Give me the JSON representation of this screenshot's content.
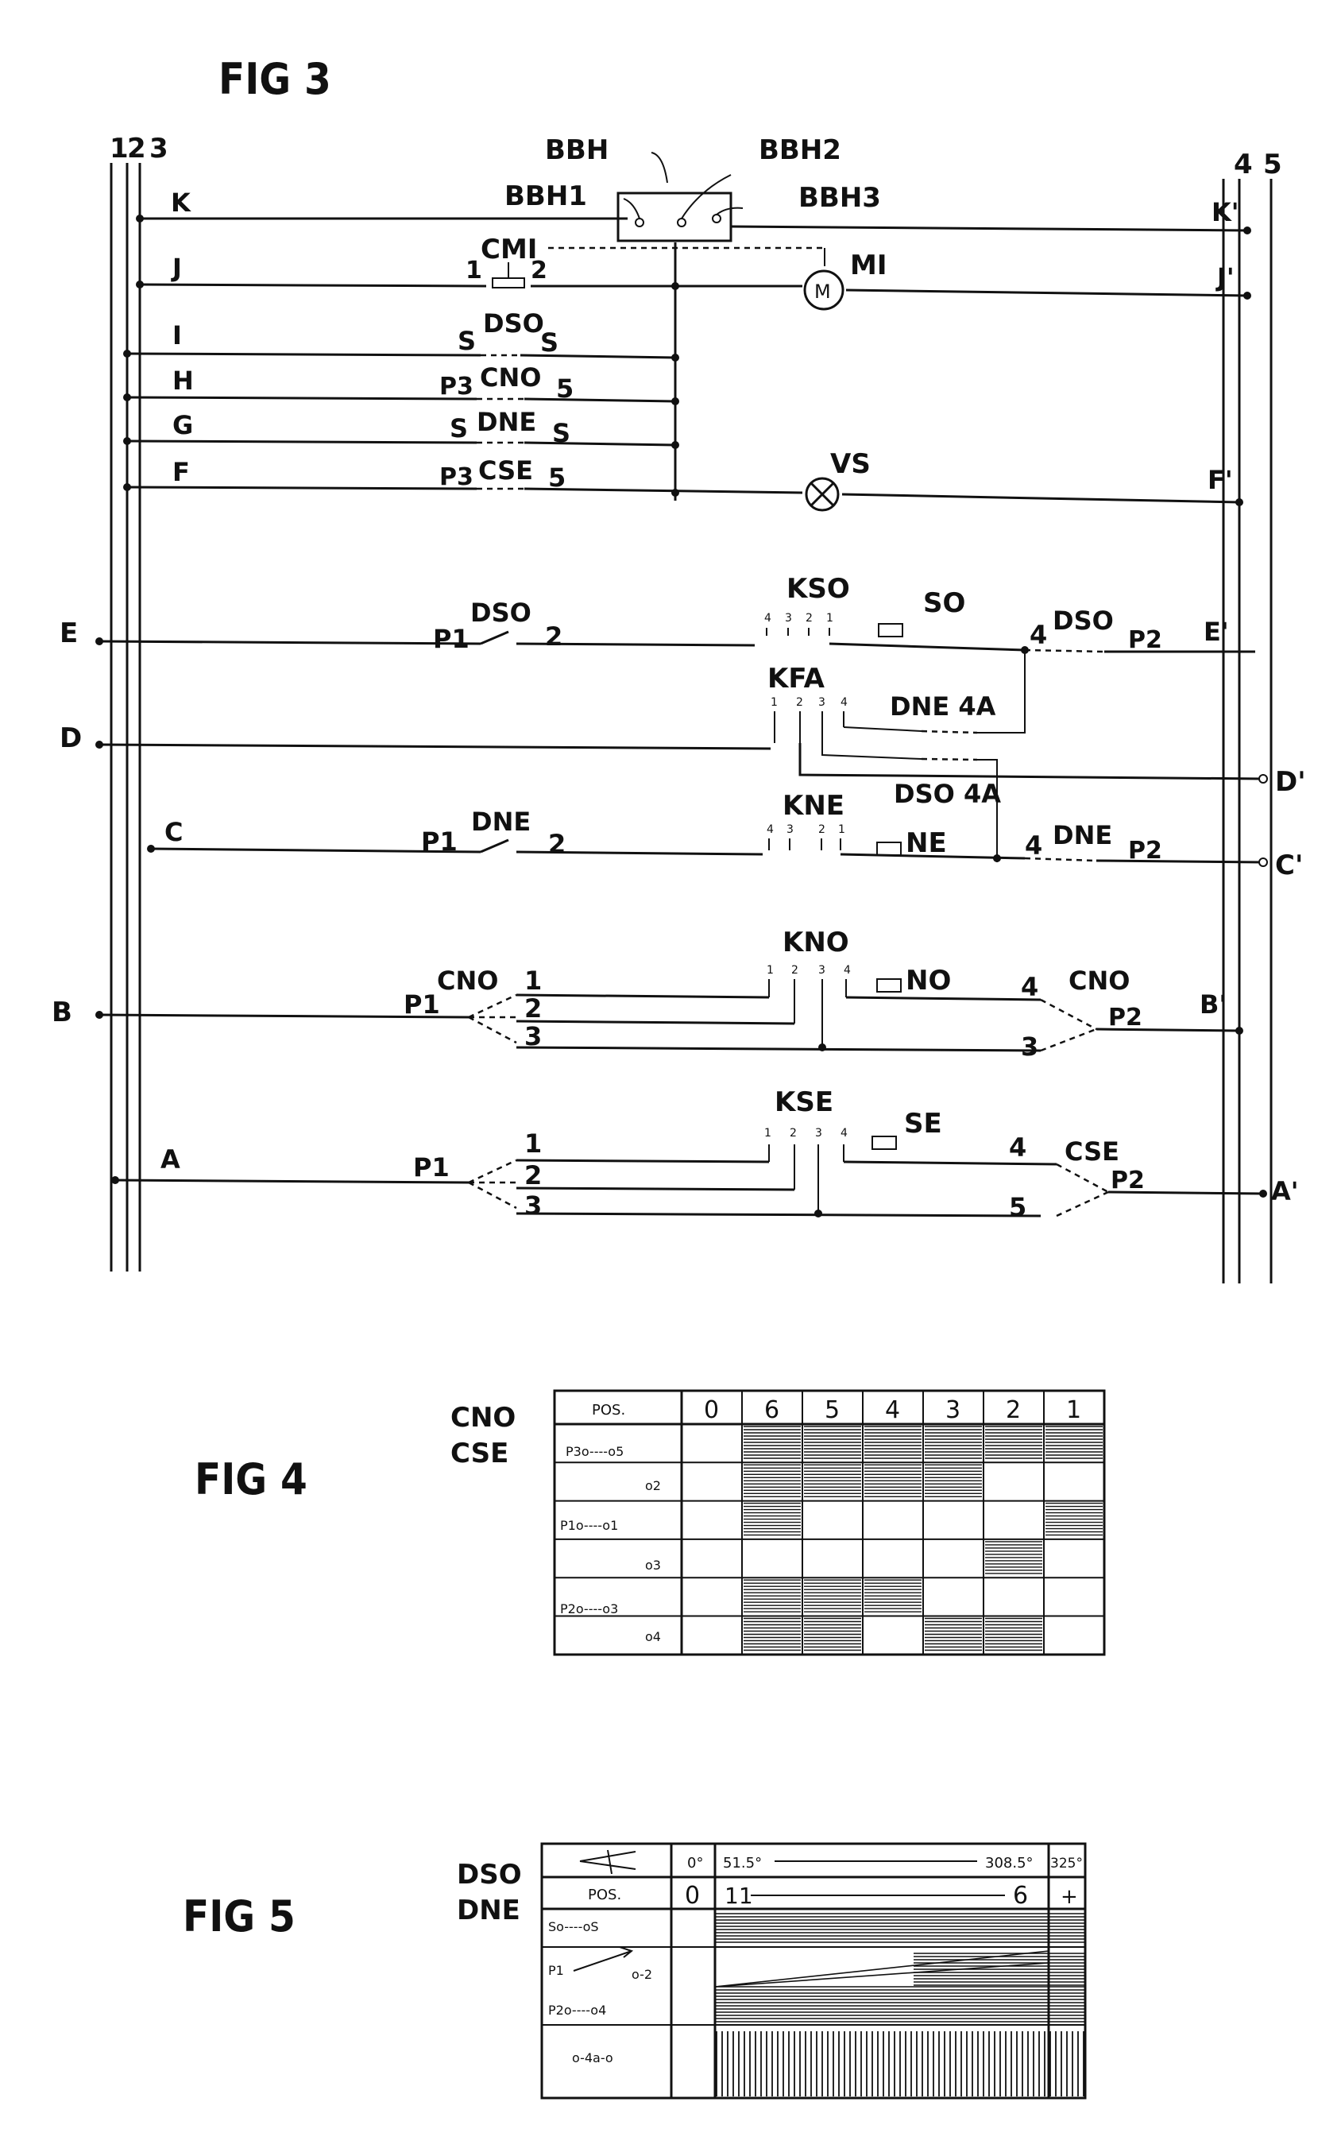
{
  "fig3": {
    "title": "FIG 3",
    "bus_labels": [
      "1",
      "2",
      "3",
      "4",
      "5"
    ],
    "line_labels_left": [
      "K",
      "J",
      "I",
      "H",
      "G",
      "F",
      "E",
      "D",
      "C",
      "B",
      "A"
    ],
    "line_labels_right": [
      "K'",
      "J'",
      "F'",
      "E'",
      "D'",
      "C'",
      "B'",
      "A'"
    ],
    "bbh": {
      "main": "BBH",
      "c1": "BBH1",
      "c2": "BBH2",
      "c3": "BBH3"
    },
    "cm1": {
      "label": "CMI",
      "t1": "1",
      "t2": "2"
    },
    "motor": "MI",
    "lamp": "VS",
    "row_i": {
      "label": "DSO",
      "left": "S",
      "right": "S"
    },
    "row_h": {
      "label": "CNO",
      "left": "P3",
      "right": "5"
    },
    "row_g": {
      "label": "DNE",
      "left": "S",
      "right": "S"
    },
    "row_f": {
      "label": "CSE",
      "left": "P3",
      "right": "5"
    },
    "row_e": {
      "switch": "DSO",
      "p1": "P1",
      "t2": "2",
      "relay": "KSO",
      "coil": "SO",
      "right_switch": "DSO",
      "right_t": "4",
      "p2": "P2",
      "pins": [
        "4",
        "3",
        "2",
        "1"
      ]
    },
    "row_d": {
      "relay": "KFA",
      "dne4a": "DNE 4A",
      "dso4a": "DSO 4A",
      "pins": [
        "1",
        "2",
        "3",
        "4"
      ]
    },
    "row_c": {
      "switch": "DNE",
      "p1": "P1",
      "t2": "2",
      "relay": "KNE",
      "coil": "NE",
      "right_switch": "DNE",
      "right_t": "4",
      "p2": "P2",
      "pins": [
        "4",
        "3",
        "2",
        "1"
      ]
    },
    "row_b": {
      "switch": "CNO",
      "p1": "P1",
      "taps": [
        "1",
        "2",
        "3"
      ],
      "relay": "KNO",
      "coil": "NO",
      "right_switch": "CNO",
      "right_t4": "4",
      "right_t3": "3",
      "p2": "P2",
      "pins": [
        "1",
        "2",
        "3",
        "4"
      ]
    },
    "row_a": {
      "switch": "CSE",
      "p1": "P1",
      "taps": [
        "1",
        "2",
        "3"
      ],
      "relay": "KSE",
      "coil": "SE",
      "right_t4": "4",
      "right_t5": "5",
      "p2": "P2",
      "pins": [
        "1",
        "2",
        "3",
        "4"
      ]
    }
  },
  "fig4": {
    "title": "FIG 4",
    "labels": [
      "CNO",
      "CSE"
    ],
    "pos_header": "POS.",
    "positions": [
      "0",
      "6",
      "5",
      "4",
      "3",
      "2",
      "1"
    ],
    "row_labels": [
      "P3o----o5",
      "o2",
      "P1o----o1",
      "o3",
      "P2o----o3",
      "o4"
    ],
    "states": [
      [
        0,
        1,
        1,
        1,
        1,
        1,
        1
      ],
      [
        0,
        1,
        1,
        1,
        1,
        0,
        0
      ],
      [
        0,
        1,
        0,
        0,
        0,
        0,
        1
      ],
      [
        0,
        0,
        0,
        0,
        0,
        1,
        0
      ],
      [
        0,
        1,
        1,
        1,
        0,
        0,
        0
      ],
      [
        0,
        1,
        1,
        0,
        1,
        1,
        0
      ]
    ]
  },
  "fig5": {
    "title": "FIG 5",
    "labels": [
      "DSO",
      "DNE"
    ],
    "angles": [
      "0°",
      "51.5°",
      "308.5°",
      "325°"
    ],
    "pos_header": "POS.",
    "positions": [
      "0",
      "11",
      "6",
      "+"
    ],
    "row_labels": [
      "So----oS",
      "P1",
      "o-2",
      "P2o----o4",
      "o-4a-o"
    ]
  }
}
